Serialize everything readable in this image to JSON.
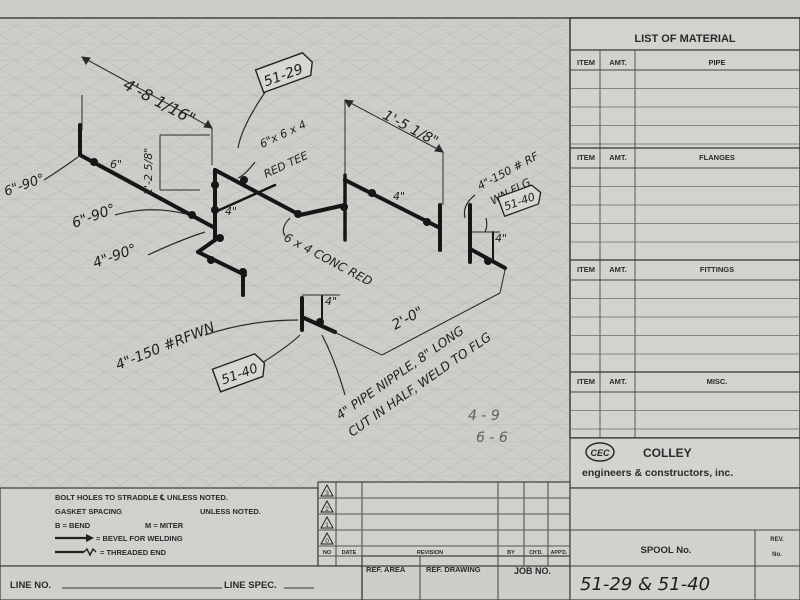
{
  "drawing": {
    "dimensions": {
      "top_run": "4'-8 1/16\"",
      "vertical_drop": "2'-2 5/8\"",
      "branch_run": "1'-5 1/8\"",
      "nipple_length": "2'-0\"",
      "flange_gap_right": "4\"",
      "flange_gap_lower": "4\"",
      "six_inch_run": "6\"",
      "four_inch_tee": "4\"",
      "four_inch_branch": "4\""
    },
    "callouts": {
      "elbow_90_upper": "6\"-90°",
      "elbow_90_mid": "6\"-90°",
      "elbow_4_90": "4\"-90°",
      "red_tee_line1": "6\"x 6 x 4",
      "red_tee_line2": "RED TEE",
      "conc_red": "6 x 4 CONC RED",
      "rfwn_lower": "4\"-150 #RFWN",
      "wn_flg_line1": "4\"-150 # RF",
      "wn_flg_line2": "WN FLG",
      "nipple_line1": "4\" PIPE NIPPLE, 8\" LONG",
      "nipple_line2": "CUT IN HALF, WELD TO FLG"
    },
    "spool_tags": {
      "tag_a": "51-29",
      "tag_b": "51-40",
      "tag_c": "51-40"
    },
    "pencil_marks": {
      "line1": "4 - 9",
      "line2": "6 - 6"
    }
  },
  "material_list": {
    "title": "LIST OF MATERIAL",
    "col_item": "ITEM",
    "col_amt": "AMT.",
    "sections": [
      {
        "label": "PIPE"
      },
      {
        "label": "FLANGES"
      },
      {
        "label": "FITTINGS"
      },
      {
        "label": "MISC."
      }
    ]
  },
  "company": {
    "logo_text": "CEC",
    "name": "COLLEY",
    "subtitle": "engineers & constructors, inc."
  },
  "notes": {
    "line1": "BOLT HOLES TO STRADDLE ℄ UNLESS NOTED.",
    "line2a": "GASKET SPACING",
    "line2b": "UNLESS NOTED.",
    "line3a": "B = BEND",
    "line3b": "M = MITER",
    "line4": "= BEVEL FOR WELDING",
    "line5": "= THREADED END"
  },
  "revision_block": {
    "rev_numbers": [
      "3",
      "2",
      "1",
      "0"
    ],
    "col_no": "NO",
    "col_date": "DATE",
    "col_revision": "REVISION",
    "col_by": "BY",
    "col_chd": "CH'D.",
    "col_appd": "APP'D."
  },
  "title_block": {
    "line_no": "LINE NO.",
    "line_spec": "LINE SPEC.",
    "ref_area": "REF. AREA",
    "ref_drawing": "REF. DRAWING",
    "job_no": "JOB NO.",
    "spool_no_label": "SPOOL No.",
    "rev_label": "REV.",
    "rev_no_label": "No.",
    "spool_value": "51-29 & 51-40"
  }
}
